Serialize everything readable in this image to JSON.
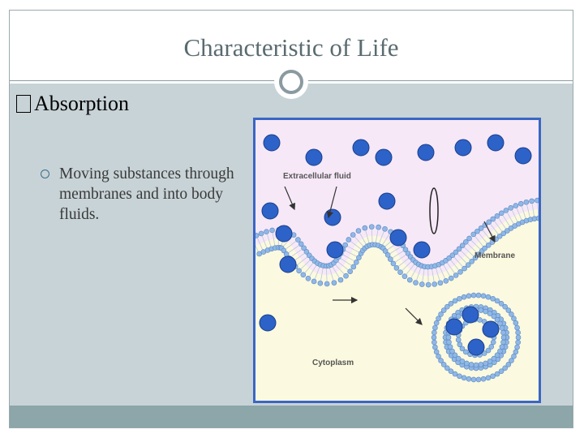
{
  "slide": {
    "title": "Characteristic of Life",
    "heading": "Absorption",
    "bullets": [
      "Moving substances through membranes and into body fluids."
    ]
  },
  "figure": {
    "labels": {
      "extracellular": "Extracellular fluid",
      "membrane": "Membrane",
      "cytoplasm": "Cytoplasm"
    }
  },
  "colors": {
    "content_bg": "#c8d3d7",
    "bottom_bar": "#8ca6a9",
    "extracellular": "#f7e8f8",
    "cytoplasm": "#fbf9df",
    "molecule": "#2d62c8",
    "figure_border": "#3a66c4"
  }
}
